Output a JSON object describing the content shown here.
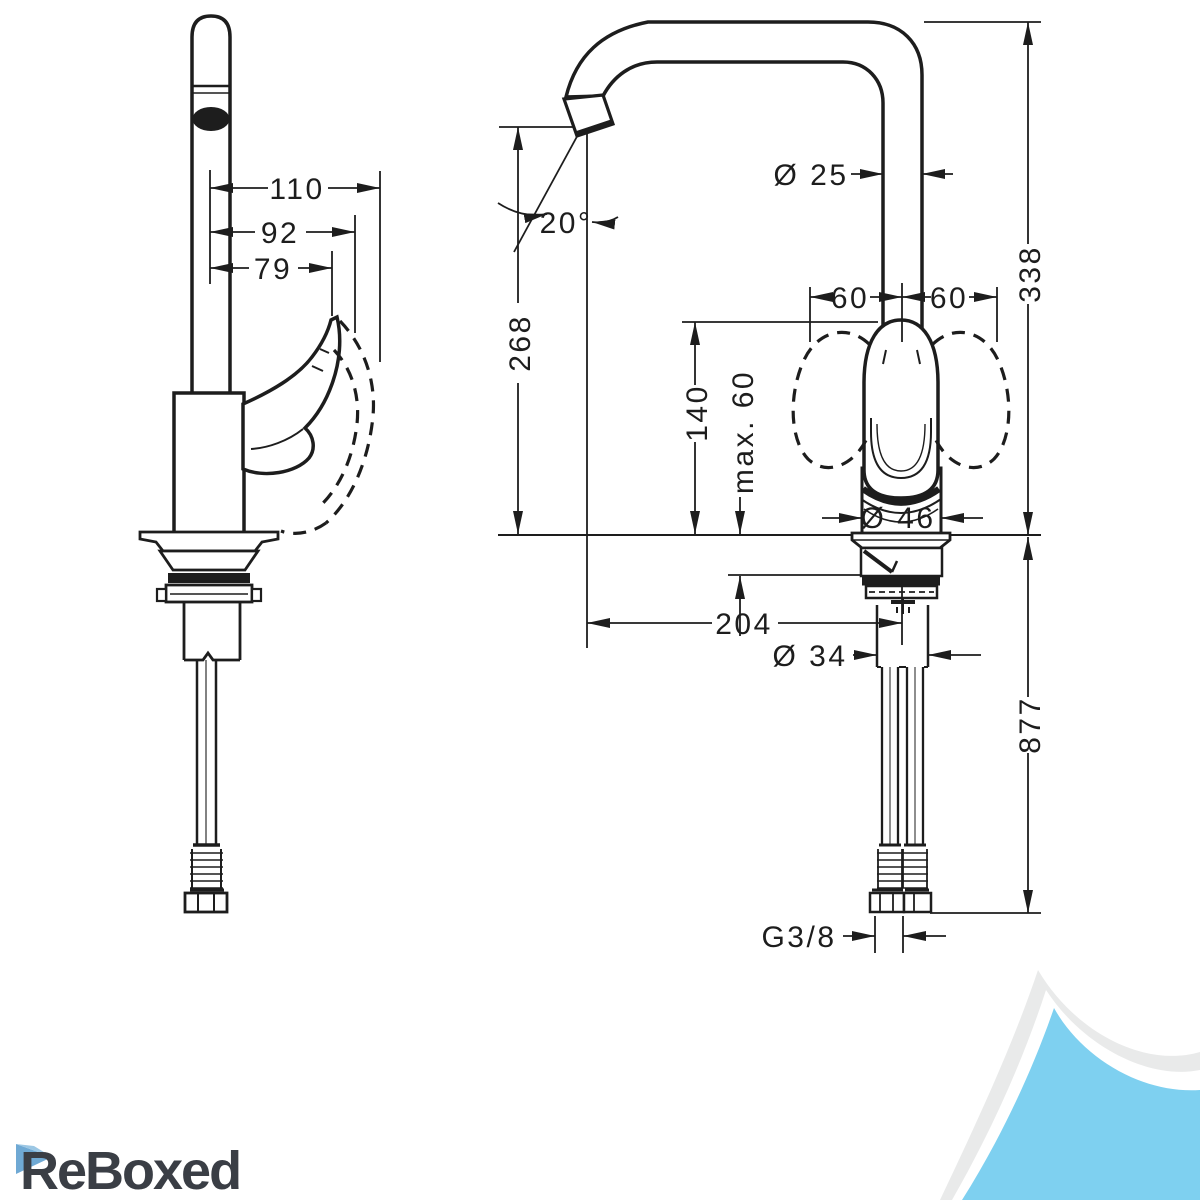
{
  "dims": {
    "side": {
      "reach_full": "110",
      "reach_mid": "92",
      "reach_min": "79"
    },
    "front": {
      "spout_height": "268",
      "swivel_angle": "20°",
      "spout_diameter": "Ø 25",
      "total_height": "338",
      "offset_left": "60",
      "offset_right": "60",
      "handle_clearance": "140",
      "max_mounting_thickness": "max. 60",
      "base_diameter": "Ø 46",
      "projection": "204",
      "shank_diameter": "Ø 34",
      "hose_length": "877",
      "thread_size": "G3/8"
    }
  },
  "branding": {
    "logo": "ReBoxed"
  },
  "colors": {
    "diagram_line": "#1d1d1d",
    "logo_text": "#3a3e45",
    "logo_fold": "#6fa9d4",
    "curl_blue": "#7ed0f0",
    "curl_gray": "#e9eaea"
  }
}
